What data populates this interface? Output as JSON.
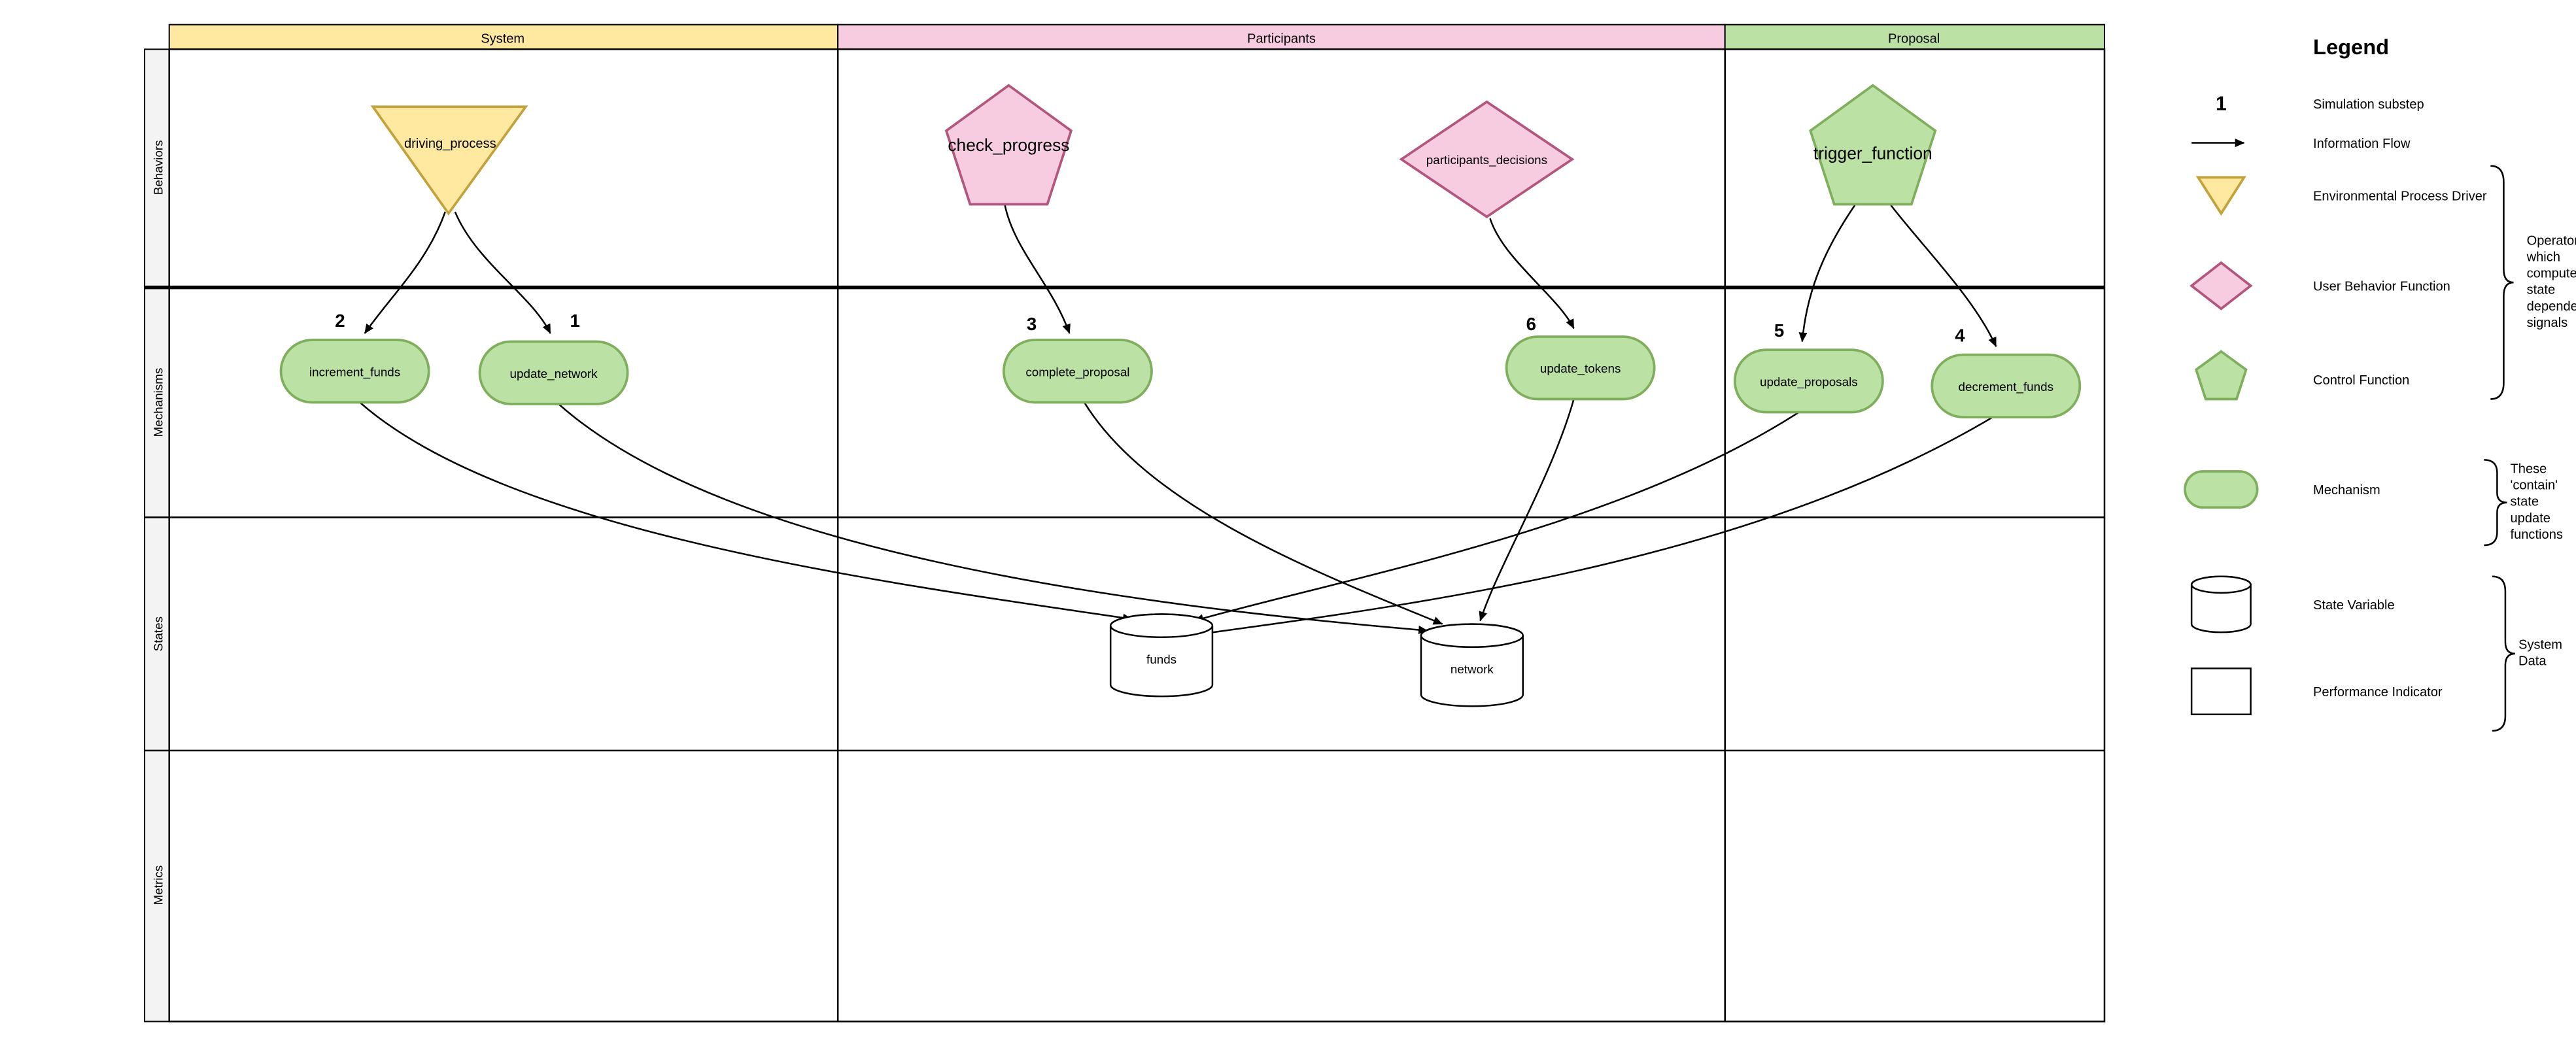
{
  "columns": [
    {
      "label": "System",
      "color": "#FFE9A0"
    },
    {
      "label": "Participants",
      "color": "#F8CCE0"
    },
    {
      "label": "Proposal",
      "color": "#BCE1A4"
    }
  ],
  "rows": [
    {
      "label": "Behaviors"
    },
    {
      "label": "Mechanisms"
    },
    {
      "label": "States"
    },
    {
      "label": "Metrics"
    }
  ],
  "behaviors": {
    "driving_process": {
      "label": "driving_process",
      "shape": "triangle-down"
    },
    "check_progress": {
      "label": "check_progress",
      "shape": "pentagon"
    },
    "participants_decisions": {
      "label": "participants_decisions",
      "shape": "diamond"
    },
    "trigger_function": {
      "label": "trigger_function",
      "shape": "pentagon"
    }
  },
  "mechanisms": {
    "increment_funds": {
      "number": "2",
      "label": "increment_funds"
    },
    "update_network": {
      "number": "1",
      "label": "update_network"
    },
    "complete_proposal": {
      "number": "3",
      "label": "complete_proposal"
    },
    "update_tokens": {
      "number": "6",
      "label": "update_tokens"
    },
    "update_proposals": {
      "number": "5",
      "label": "update_proposals"
    },
    "decrement_funds": {
      "number": "4",
      "label": "decrement_funds"
    }
  },
  "states": {
    "funds": {
      "label": "funds",
      "shape": "cylinder"
    },
    "network": {
      "label": "network",
      "shape": "cylinder"
    }
  },
  "legend": {
    "title": "Legend",
    "substep": {
      "symbol": "1",
      "label": "Simulation substep"
    },
    "information_flow": {
      "label": "Information Flow",
      "icon": "arrow-right-icon"
    },
    "environmental": {
      "label": "Environmental Process Driver",
      "icon": "triangle-down-icon"
    },
    "user_behavior": {
      "label": "User Behavior Function",
      "icon": "diamond-icon"
    },
    "control": {
      "label": "Control Function",
      "icon": "pentagon-icon"
    },
    "mechanism": {
      "label": "Mechanism",
      "icon": "stadium-icon"
    },
    "state_variable": {
      "label": "State Variable",
      "icon": "cylinder-icon"
    },
    "performance": {
      "label": "Performance Indicator",
      "icon": "rectangle-icon"
    },
    "annotation_operators": "Operators which compute state dependent signals",
    "annotation_mechanisms": "These 'contain' state update functions",
    "annotation_system_data": "System Data"
  },
  "colors": {
    "env_fill": "#FFE9A0",
    "env_stroke": "#C2A23C",
    "user_fill": "#F8CCE0",
    "user_stroke": "#B2567E",
    "control_fill": "#BCE1A4",
    "control_stroke": "#7FAE5C",
    "lane_gray": "#F3F3F3"
  }
}
